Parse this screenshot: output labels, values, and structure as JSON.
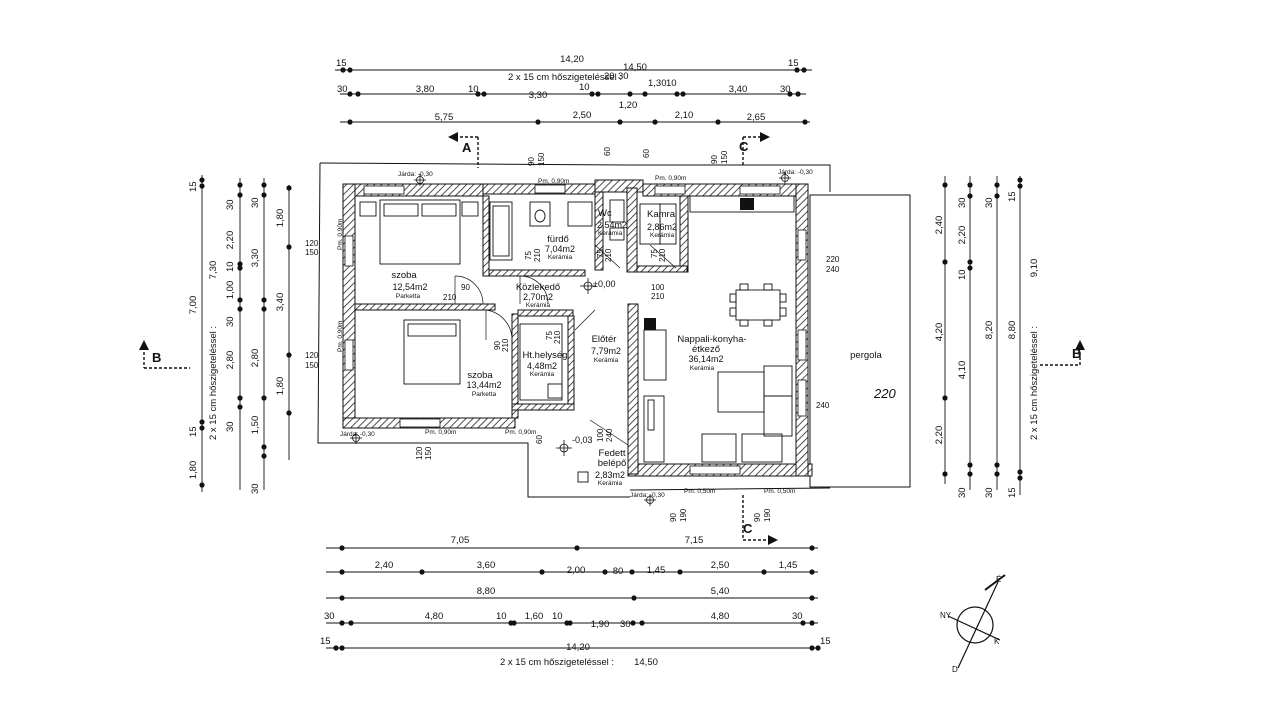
{
  "dims_top": {
    "r1": {
      "l": "15",
      "total": "14,20",
      "r": "15"
    },
    "insul": "2 x 15 cm hőszigeteléssel :",
    "insul_total": "14,50",
    "r2": [
      "30",
      "3,80",
      "10",
      "3,30",
      "10",
      "20",
      "30",
      "1,30",
      "10",
      "3,40",
      "30"
    ],
    "r3": [
      "5,75",
      "2,50",
      "1,20",
      "2,10",
      "2,65"
    ]
  },
  "dims_bottom": {
    "r1": [
      "7,05",
      "7,15"
    ],
    "r2": [
      "2,40",
      "3,60",
      "2,00",
      "80",
      "1,45",
      "2,50",
      "1,45"
    ],
    "r3": [
      "8,80",
      "5,40"
    ],
    "r4": [
      "30",
      "4,80",
      "10",
      "1,60",
      "10",
      "1,90",
      "30",
      "4,80",
      "30"
    ],
    "r5": {
      "l": "15",
      "total": "14,20",
      "r": "15"
    },
    "insul": "2 x 15 cm hőszigeteléssel :",
    "insul_total": "14,50"
  },
  "dims_left": {
    "c1": {
      "top": "15",
      "total": "7,00",
      "bot": "15",
      "bottom": "1,80"
    },
    "insul": "2 x 15 cm hőszigeteléssel :",
    "insul_total": "7,30",
    "c2": [
      "30",
      "2,20",
      "10",
      "1,00",
      "30",
      "2,80",
      "30"
    ],
    "c3": [
      "30",
      "3,30",
      "2,80",
      "1,50",
      "30"
    ],
    "c4": [
      "1,80",
      "3,40",
      "1,80"
    ]
  },
  "dims_right": {
    "c1": [
      "2,40",
      "4,20",
      "2,20"
    ],
    "c2": [
      "30",
      "2,20",
      "10",
      "4,10",
      "30"
    ],
    "c3": [
      "30",
      "8,20",
      "30"
    ],
    "c4": [
      "15",
      "8,80",
      "15"
    ],
    "insul": "2 x 15 cm hőszigeteléssel :",
    "insul_total": "9,10"
  },
  "sections": {
    "a": "A",
    "b": "B",
    "c": "C"
  },
  "rooms": {
    "szoba1": {
      "name": "szoba",
      "area": "12,54m2",
      "mat": "Parketta"
    },
    "furdo": {
      "name": "fürdő",
      "area": "7,04m2",
      "mat": "Kerámia"
    },
    "wc": {
      "name": "Wc",
      "area": "2,54m2",
      "mat": "Kerámia"
    },
    "kamra": {
      "name": "Kamra",
      "area": "2,86m2",
      "mat": "Kerámia"
    },
    "kozlekedo": {
      "name": "Közlekedő",
      "area": "2,70m2",
      "mat": "Kerámia"
    },
    "szoba2": {
      "name": "szoba",
      "area": "13,44m2",
      "mat": "Parketta"
    },
    "htelyseg": {
      "name": "Ht.helység",
      "area": "4,48m2",
      "mat": "Kerámia"
    },
    "eloter": {
      "name": "Előtér",
      "area": "7,79m2",
      "mat": "Kerámia"
    },
    "nappali": {
      "name1": "Nappali-konyha-",
      "name2": "étkező",
      "area": "36,14m2",
      "mat": "Kerámia"
    },
    "fedett": {
      "name1": "Fedett",
      "name2": "belépő",
      "area": "2,83m2",
      "mat": "Kerámia"
    },
    "pergola": {
      "name": "pergola"
    }
  },
  "labels": {
    "jarda": "Járda: -0,30",
    "pm90": "Pm. 0,90m",
    "pm50": "Pm. 0,50m",
    "level0": "±0,00",
    "level_entry": "-0,03",
    "kezirat": "220"
  },
  "openings": {
    "o120": "120",
    "o150": "150",
    "o220": "220",
    "o240": "240",
    "o90": "90",
    "o210": "210",
    "o75": "75",
    "o100": "100",
    "o60": "60",
    "o190": "190"
  },
  "compass": {
    "n": "É",
    "e": "K",
    "s": "D",
    "w": "NY"
  }
}
